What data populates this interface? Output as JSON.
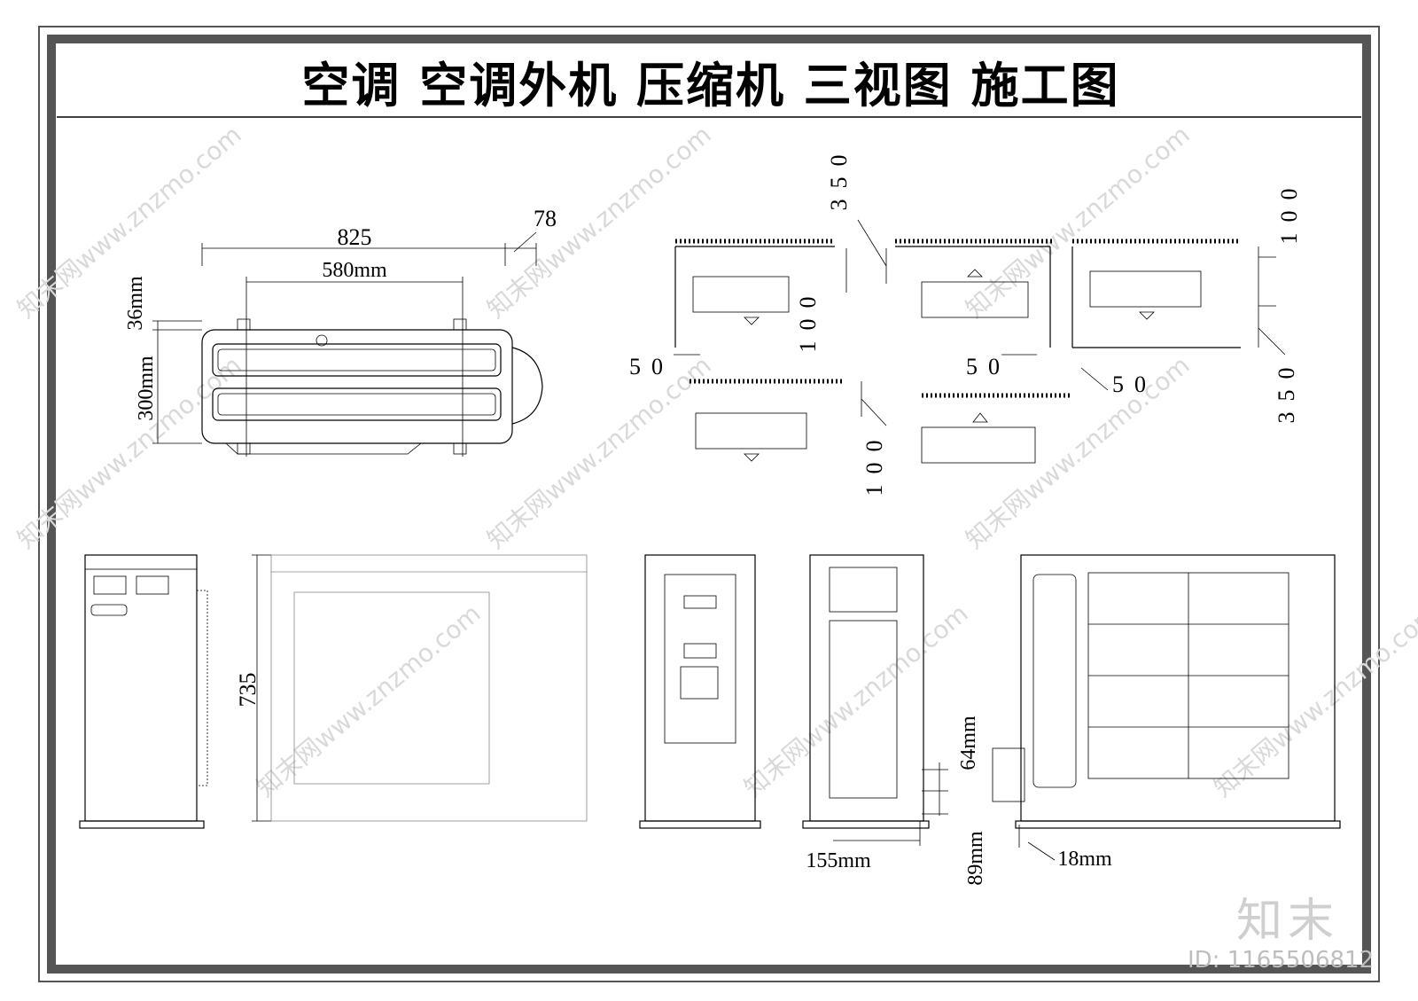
{
  "title": "空调 空调外机 压缩机 三视图 施工图",
  "brand": "知末",
  "image_id": "ID: 1165506812",
  "watermark": "知末网www.znzmo.com",
  "dimensions": {
    "top_view": {
      "width_total": "825",
      "width_inner": "580mm",
      "offset": "78",
      "height_small": "36mm",
      "height_main": "300mm"
    },
    "clearance": {
      "a": "350",
      "b": "100",
      "c": "50",
      "d": "50",
      "e": "100",
      "f": "50",
      "g": "100",
      "h": "350"
    },
    "elevations": {
      "height": "735",
      "depth": "155mm",
      "pipe_upper": "64mm",
      "pipe_lower": "89mm",
      "foot": "18mm"
    }
  }
}
